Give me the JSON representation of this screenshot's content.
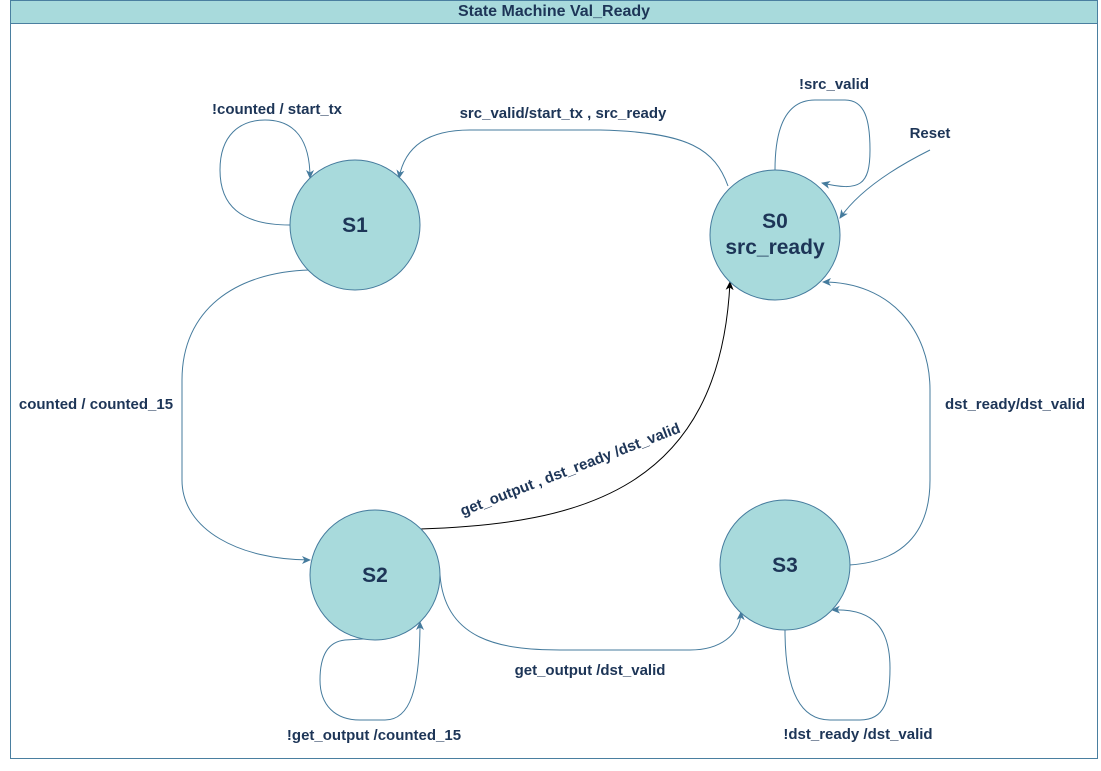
{
  "title": "State Machine Val_Ready",
  "colors": {
    "state_fill": "#a8dadc",
    "state_stroke": "#457b9d",
    "text": "#1d3557"
  },
  "states": {
    "s0": {
      "line1": "S0",
      "line2": "src_ready"
    },
    "s1": {
      "label": "S1"
    },
    "s2": {
      "label": "S2"
    },
    "s3": {
      "label": "S3"
    }
  },
  "transitions": {
    "s1_self": "!counted / start_tx",
    "s0_to_s1": "src_valid/start_tx , src_ready",
    "s0_self": "!src_valid",
    "reset": "Reset",
    "s1_to_s2": "counted / counted_15",
    "s2_to_s0": "get_output , dst_ready /dst_valid",
    "s3_to_s0": "dst_ready/dst_valid",
    "s2_to_s3": "get_output /dst_valid",
    "s2_self": "!get_output /counted_15",
    "s3_self": "!dst_ready /dst_valid"
  }
}
